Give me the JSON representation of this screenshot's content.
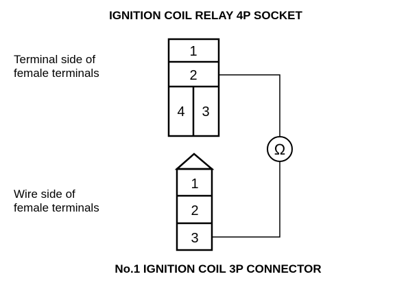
{
  "socket": {
    "title": "IGNITION COIL RELAY 4P SOCKET",
    "side_label_line1": "Terminal side of",
    "side_label_line2": "female terminals",
    "pins": {
      "p1": "1",
      "p2": "2",
      "p3": "3",
      "p4": "4"
    }
  },
  "connector": {
    "title": "No.1 IGNITION COIL 3P CONNECTOR",
    "side_label_line1": "Wire side of",
    "side_label_line2": "female terminals",
    "pins": {
      "p1": "1",
      "p2": "2",
      "p3": "3"
    }
  },
  "meter": {
    "symbol": "Ω",
    "icon": "ohmmeter-icon"
  },
  "colors": {
    "line": "#000000",
    "background": "#ffffff"
  }
}
